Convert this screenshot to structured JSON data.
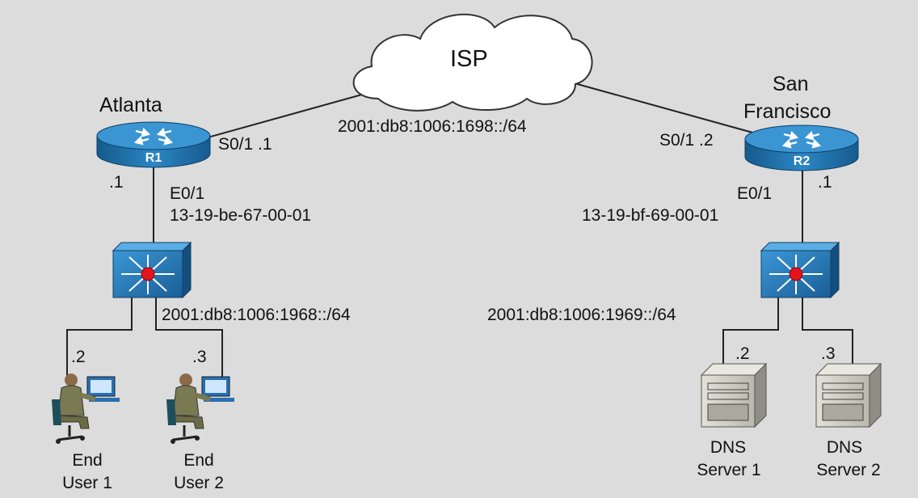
{
  "isp": {
    "label": "ISP"
  },
  "wan": {
    "network": "2001:db8:1006:1698::/64"
  },
  "atlanta": {
    "site": "Atlanta",
    "router_name": "R1",
    "serial_iface": "S0/1 .1",
    "eth_host": ".1",
    "eth_iface": "E0/1",
    "mac": "13-19-be-67-00-01",
    "lan_network": "2001:db8:1006:1968::/64",
    "hosts": [
      {
        "addr": ".2",
        "name_line1": "End",
        "name_line2": "User 1"
      },
      {
        "addr": ".3",
        "name_line1": "End",
        "name_line2": "User 2"
      }
    ]
  },
  "sanfrancisco": {
    "site_line1": "San",
    "site_line2": "Francisco",
    "router_name": "R2",
    "serial_iface": "S0/1 .2",
    "eth_host": ".1",
    "eth_iface": "E0/1",
    "mac": "13-19-bf-69-00-01",
    "lan_network": "2001:db8:1006:1969::/64",
    "hosts": [
      {
        "addr": ".2",
        "name_line1": "DNS",
        "name_line2": "Server 1"
      },
      {
        "addr": ".3",
        "name_line1": "DNS",
        "name_line2": "Server 2"
      }
    ]
  },
  "colors": {
    "background": "#dcdcdc",
    "device_blue": "#1f6fa8",
    "switch_hub": "#e3141c",
    "server_body": "#cfcfc4"
  }
}
